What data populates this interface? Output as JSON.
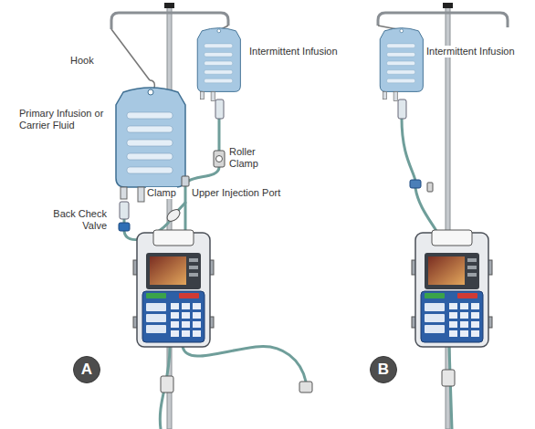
{
  "diagram": {
    "nodes": [
      {
        "text": [
          "A"
        ]
      },
      {
        "text": [
          "B"
        ]
      }
    ],
    "labels": [
      "Intermittent Infusion",
      "Intermittent Infusion",
      "Hook",
      "Primary Infusion or Carrier Fluid",
      "Roller Clamp",
      "Clamp",
      "Upper Injection Port",
      "Back Check Valve"
    ]
  }
}
